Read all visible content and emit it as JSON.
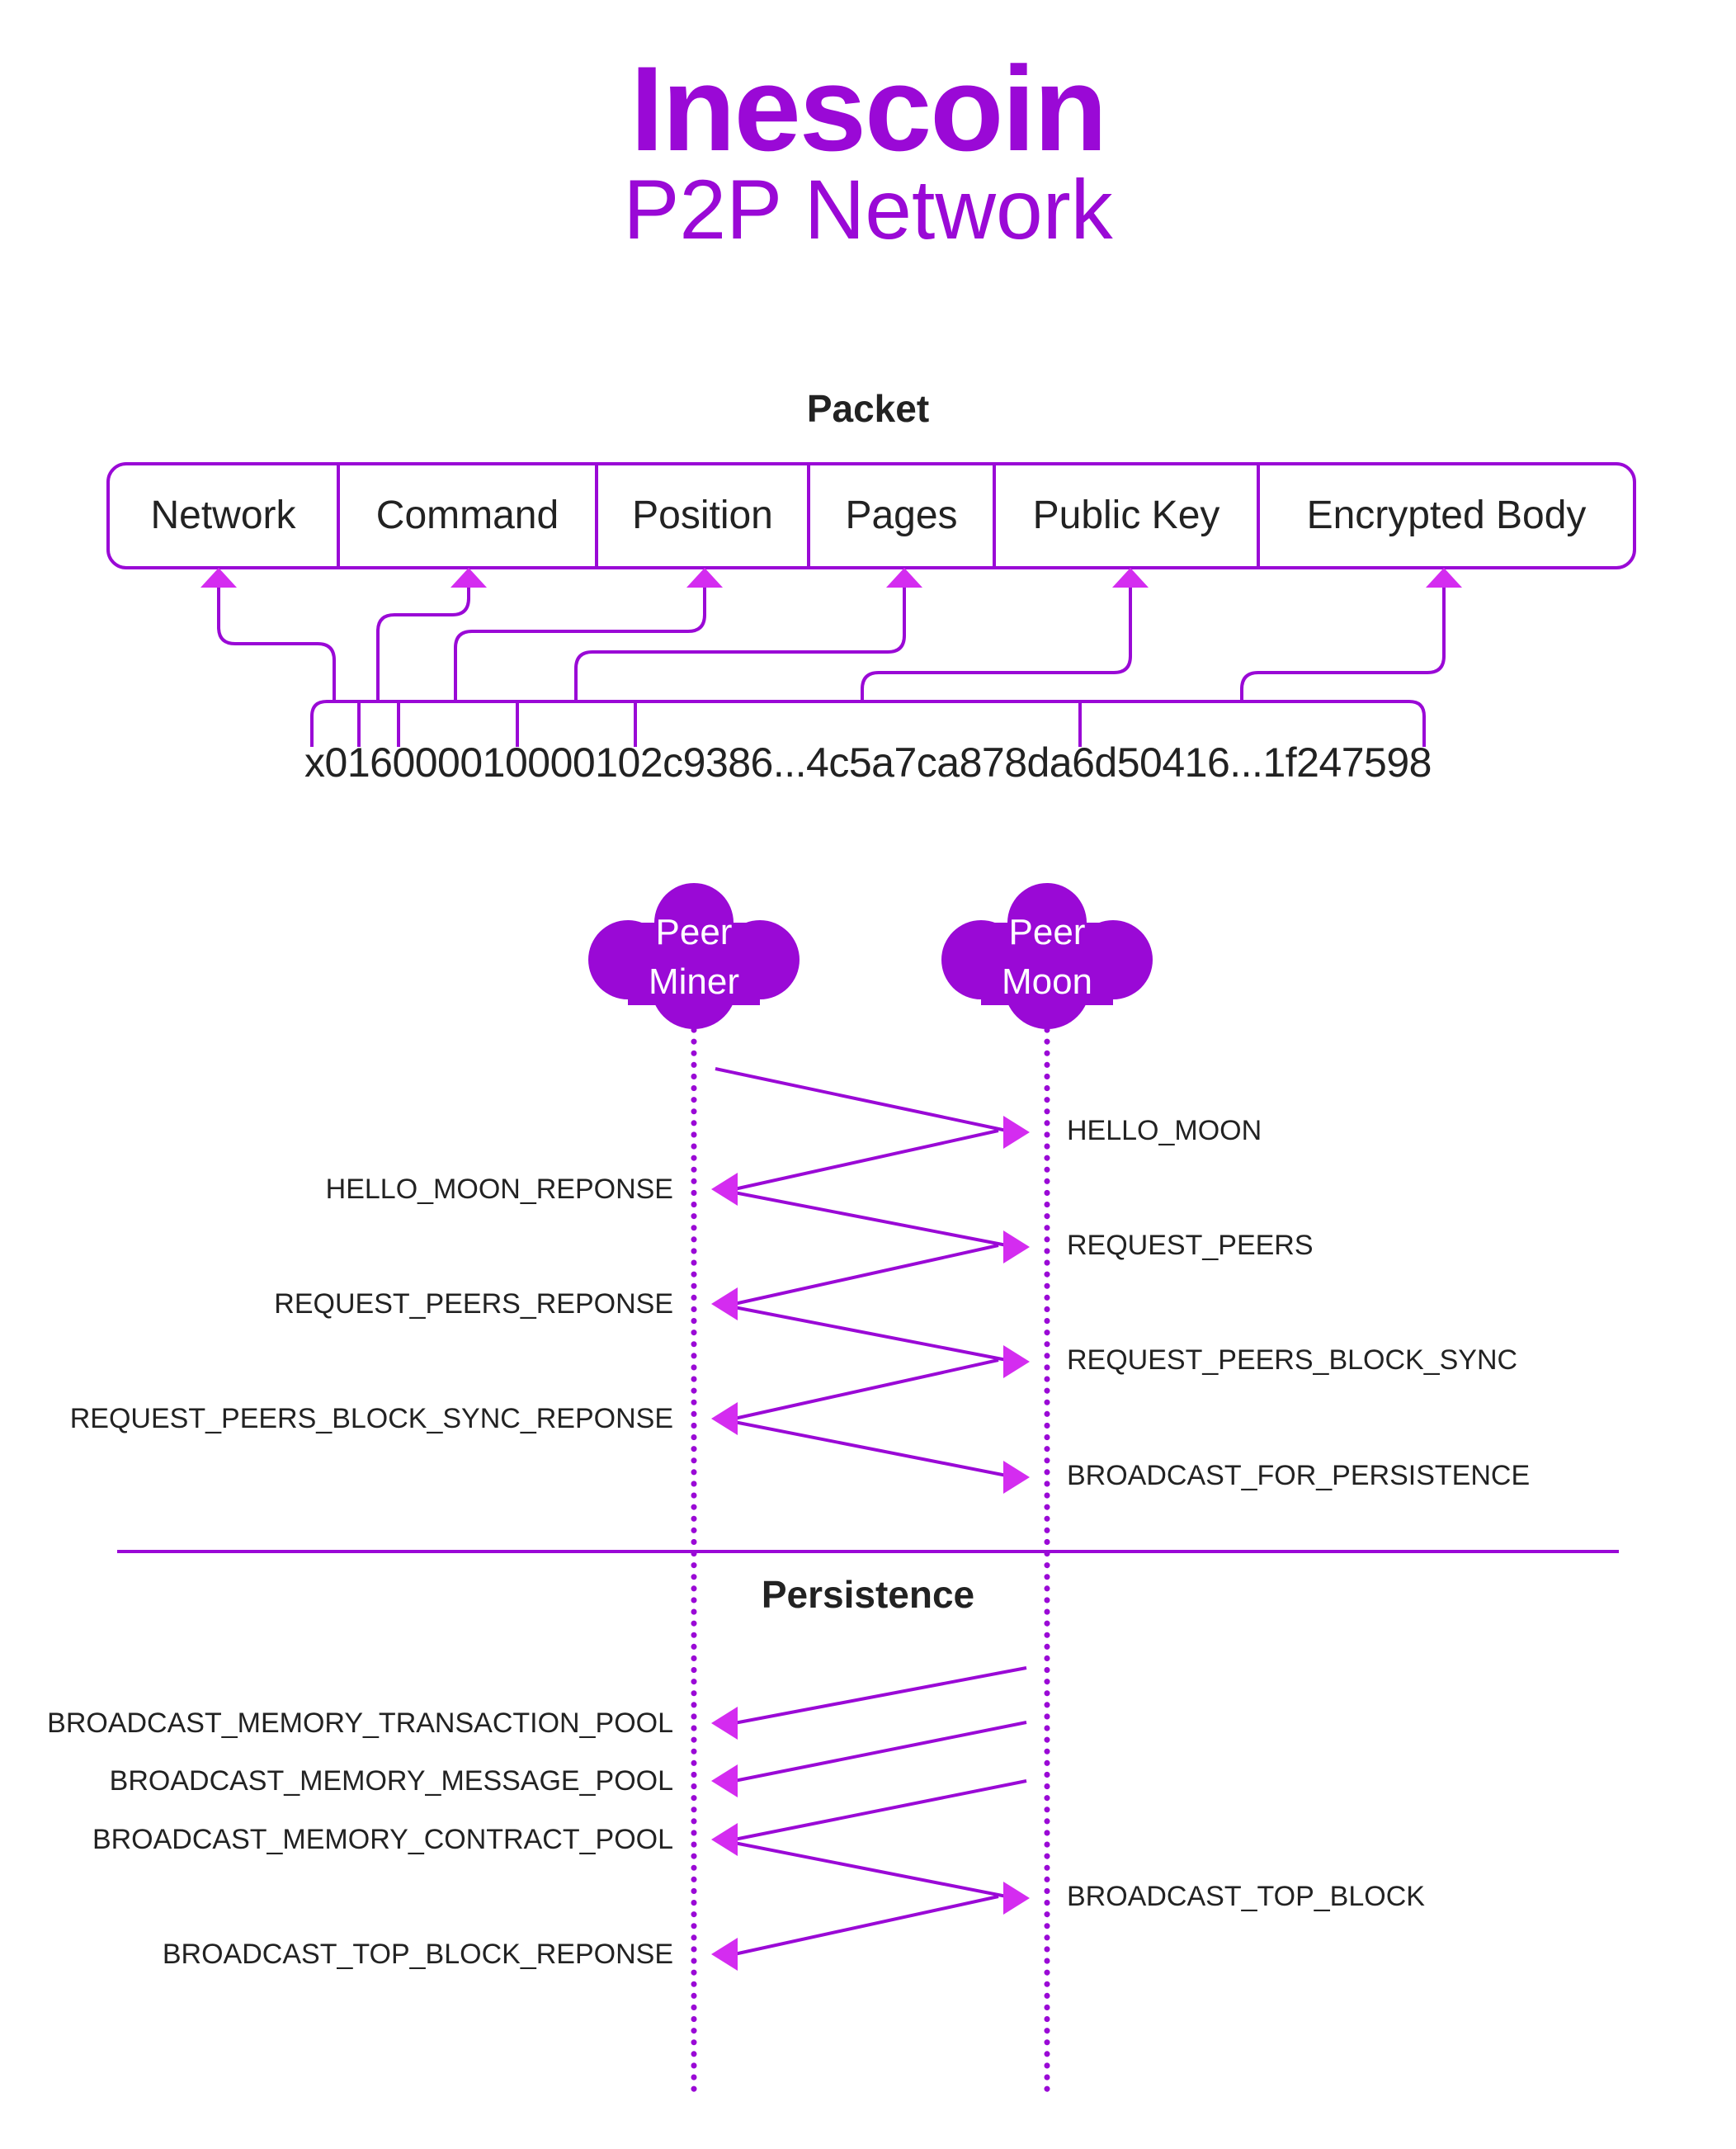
{
  "header": {
    "title": "Inescoin",
    "subtitle": "P2P Network"
  },
  "packet": {
    "title": "Packet",
    "fields": [
      "Network",
      "Command",
      "Position",
      "Pages",
      "Public Key",
      "Encrypted Body"
    ],
    "hex": "x016000010000102c9386...4c5a7ca878da6d50416...1f247598"
  },
  "peers": {
    "miner": {
      "line1": "Peer",
      "line2": "Miner"
    },
    "moon": {
      "line1": "Peer",
      "line2": "Moon"
    }
  },
  "handshake": [
    {
      "label": "HELLO_MOON",
      "side": "right"
    },
    {
      "label": "HELLO_MOON_REPONSE",
      "side": "left"
    },
    {
      "label": "REQUEST_PEERS",
      "side": "right"
    },
    {
      "label": "REQUEST_PEERS_REPONSE",
      "side": "left"
    },
    {
      "label": "REQUEST_PEERS_BLOCK_SYNC",
      "side": "right"
    },
    {
      "label": "REQUEST_PEERS_BLOCK_SYNC_REPONSE",
      "side": "left"
    },
    {
      "label": "BROADCAST_FOR_PERSISTENCE",
      "side": "right"
    }
  ],
  "persistence": {
    "title": "Persistence",
    "messages": [
      {
        "label": "BROADCAST_MEMORY_TRANSACTION_POOL",
        "side": "left"
      },
      {
        "label": "BROADCAST_MEMORY_MESSAGE_POOL",
        "side": "left"
      },
      {
        "label": "BROADCAST_MEMORY_CONTRACT_POOL",
        "side": "left"
      },
      {
        "label": "BROADCAST_TOP_BLOCK",
        "side": "right"
      },
      {
        "label": "BROADCAST_TOP_BLOCK_REPONSE",
        "side": "left"
      }
    ]
  },
  "colors": {
    "brand": "#9a09d6",
    "arrow": "#d42cf0",
    "text": "#222222"
  }
}
